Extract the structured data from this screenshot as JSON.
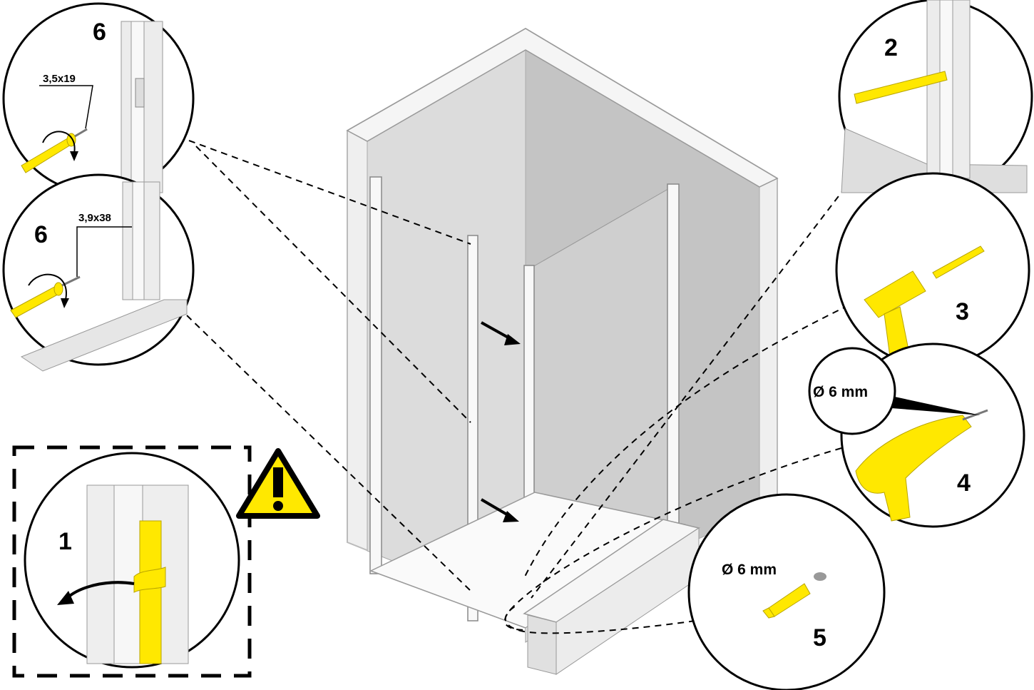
{
  "steps": {
    "step1": "1",
    "step2": "2",
    "step3": "3",
    "step4": "4",
    "step5": "5",
    "step6_top": "6",
    "step6_bottom": "6"
  },
  "screws": {
    "top": "3,5x19",
    "bottom": "3,9x38"
  },
  "drill_diameter": "Ø 6 mm",
  "plug_diameter": "Ø 6 mm",
  "colors": {
    "tool_yellow": "#ffe800",
    "warning_yellow": "#ffe800",
    "wall_gray": "#c8c8c8",
    "enclosure_white": "#f2f2f2"
  },
  "icons": [
    "warning-icon",
    "screwdriver-icon",
    "hammer-icon",
    "drill-icon",
    "wall-plug-icon",
    "rotate-arrow-icon",
    "tape-icon"
  ]
}
